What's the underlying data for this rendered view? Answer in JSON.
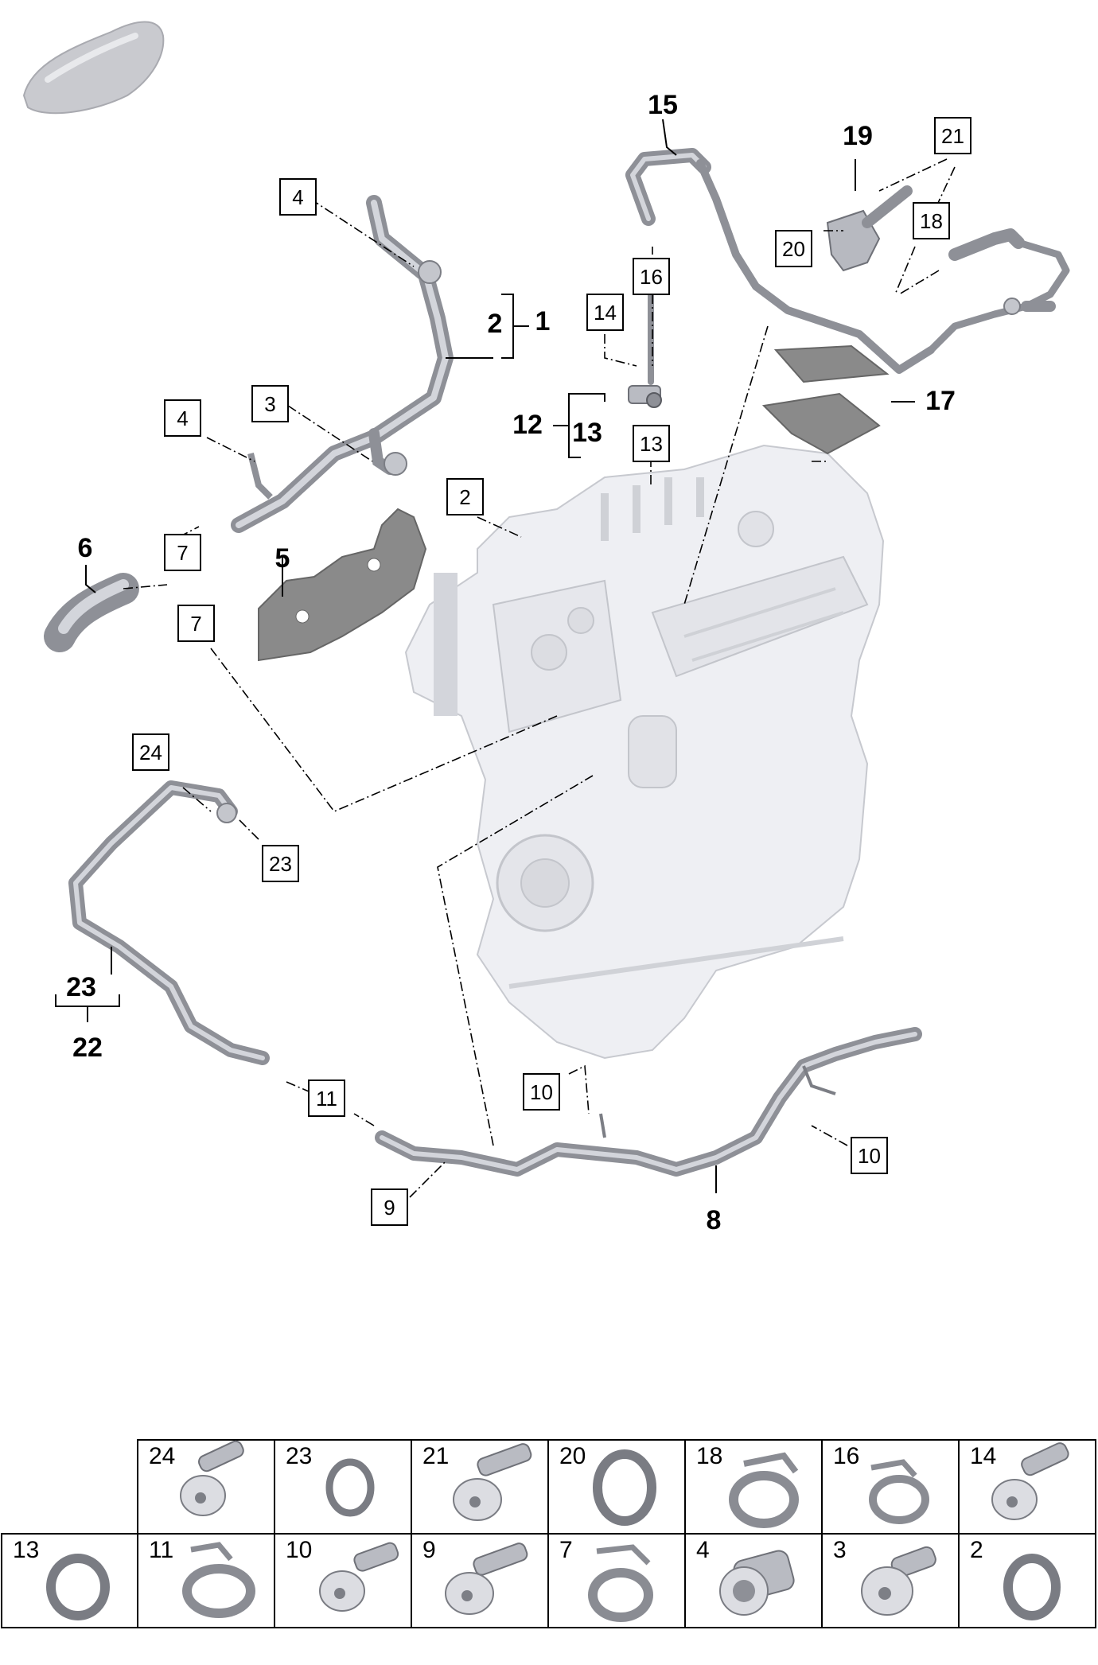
{
  "callouts": {
    "c4a": "4",
    "c3": "3",
    "c4b": "4",
    "c2box": "2",
    "c7a": "7",
    "c7b": "7",
    "c16": "16",
    "c14": "14",
    "c13box": "13",
    "c21": "21",
    "c18": "18",
    "c20": "20",
    "c24": "24",
    "c23box": "23",
    "c11": "11",
    "c10a": "10",
    "c10b": "10",
    "c9": "9"
  },
  "labels": {
    "l2": "2",
    "l1": "1",
    "l6": "6",
    "l5": "5",
    "l15": "15",
    "l19": "19",
    "l12": "12",
    "l13": "13",
    "l17": "17",
    "l23": "23",
    "l22": "22",
    "l8": "8"
  },
  "parts_table": {
    "row1": [
      "24",
      "23",
      "21",
      "20",
      "18",
      "16",
      "14"
    ],
    "row2": [
      "13",
      "11",
      "10",
      "9",
      "7",
      "4",
      "3",
      "2"
    ]
  }
}
